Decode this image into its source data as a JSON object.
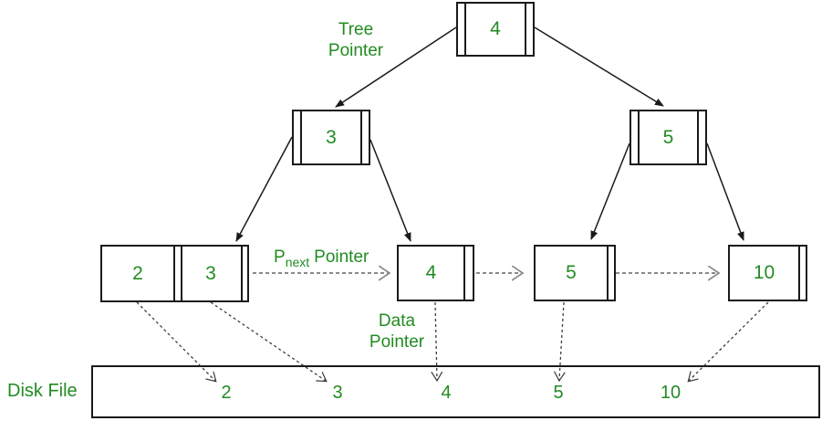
{
  "labels": {
    "tree_pointer": "Tree\nPointer",
    "data_pointer": "Data\nPointer",
    "pnext_p": "P",
    "pnext_sub": "next",
    "pnext_rest": "Pointer",
    "disk_file": "Disk File"
  },
  "tree": {
    "root": "4",
    "internal": [
      "3",
      "5"
    ],
    "leaves": {
      "leaf_2_3": [
        "2",
        "3"
      ],
      "leaf_4": "4",
      "leaf_5": "5",
      "leaf_10": "10"
    }
  },
  "disk": {
    "values": [
      "2",
      "3",
      "4",
      "5",
      "10"
    ]
  },
  "colors": {
    "text_green": "#228B22",
    "line_black": "#1a1a1a",
    "pnext_dash_gray": "#8a8a8a",
    "data_dash_dark": "#3c3c3c"
  }
}
